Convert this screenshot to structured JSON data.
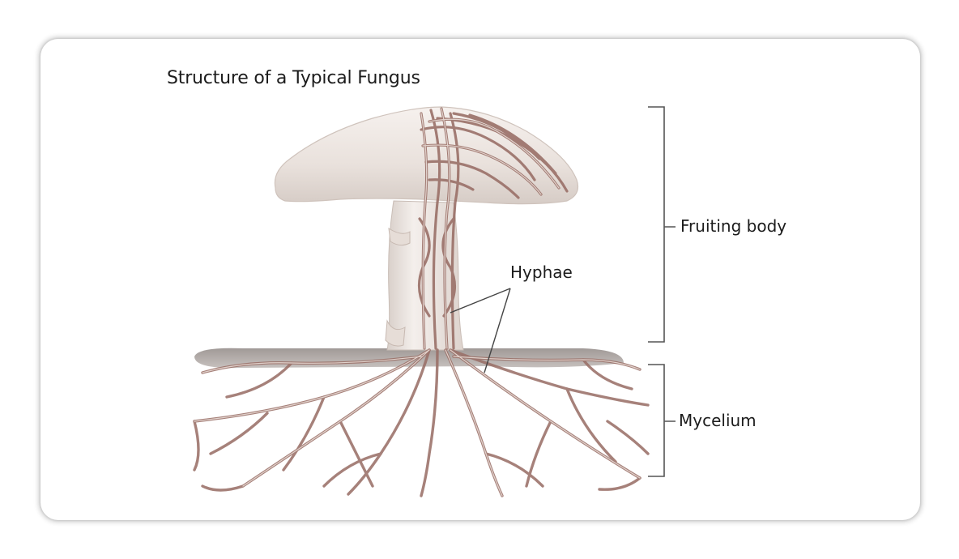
{
  "title": "Structure of a Typical Fungus",
  "labels": {
    "fruiting_body": "Fruiting body",
    "hyphae": "Hyphae",
    "mycelium": "Mycelium"
  },
  "colors": {
    "hypha": "#9a7068",
    "hypha_fill": "#e3d3cc",
    "cap": "#efe9e6",
    "ground": "#a39b98",
    "bracket": "#555555"
  }
}
